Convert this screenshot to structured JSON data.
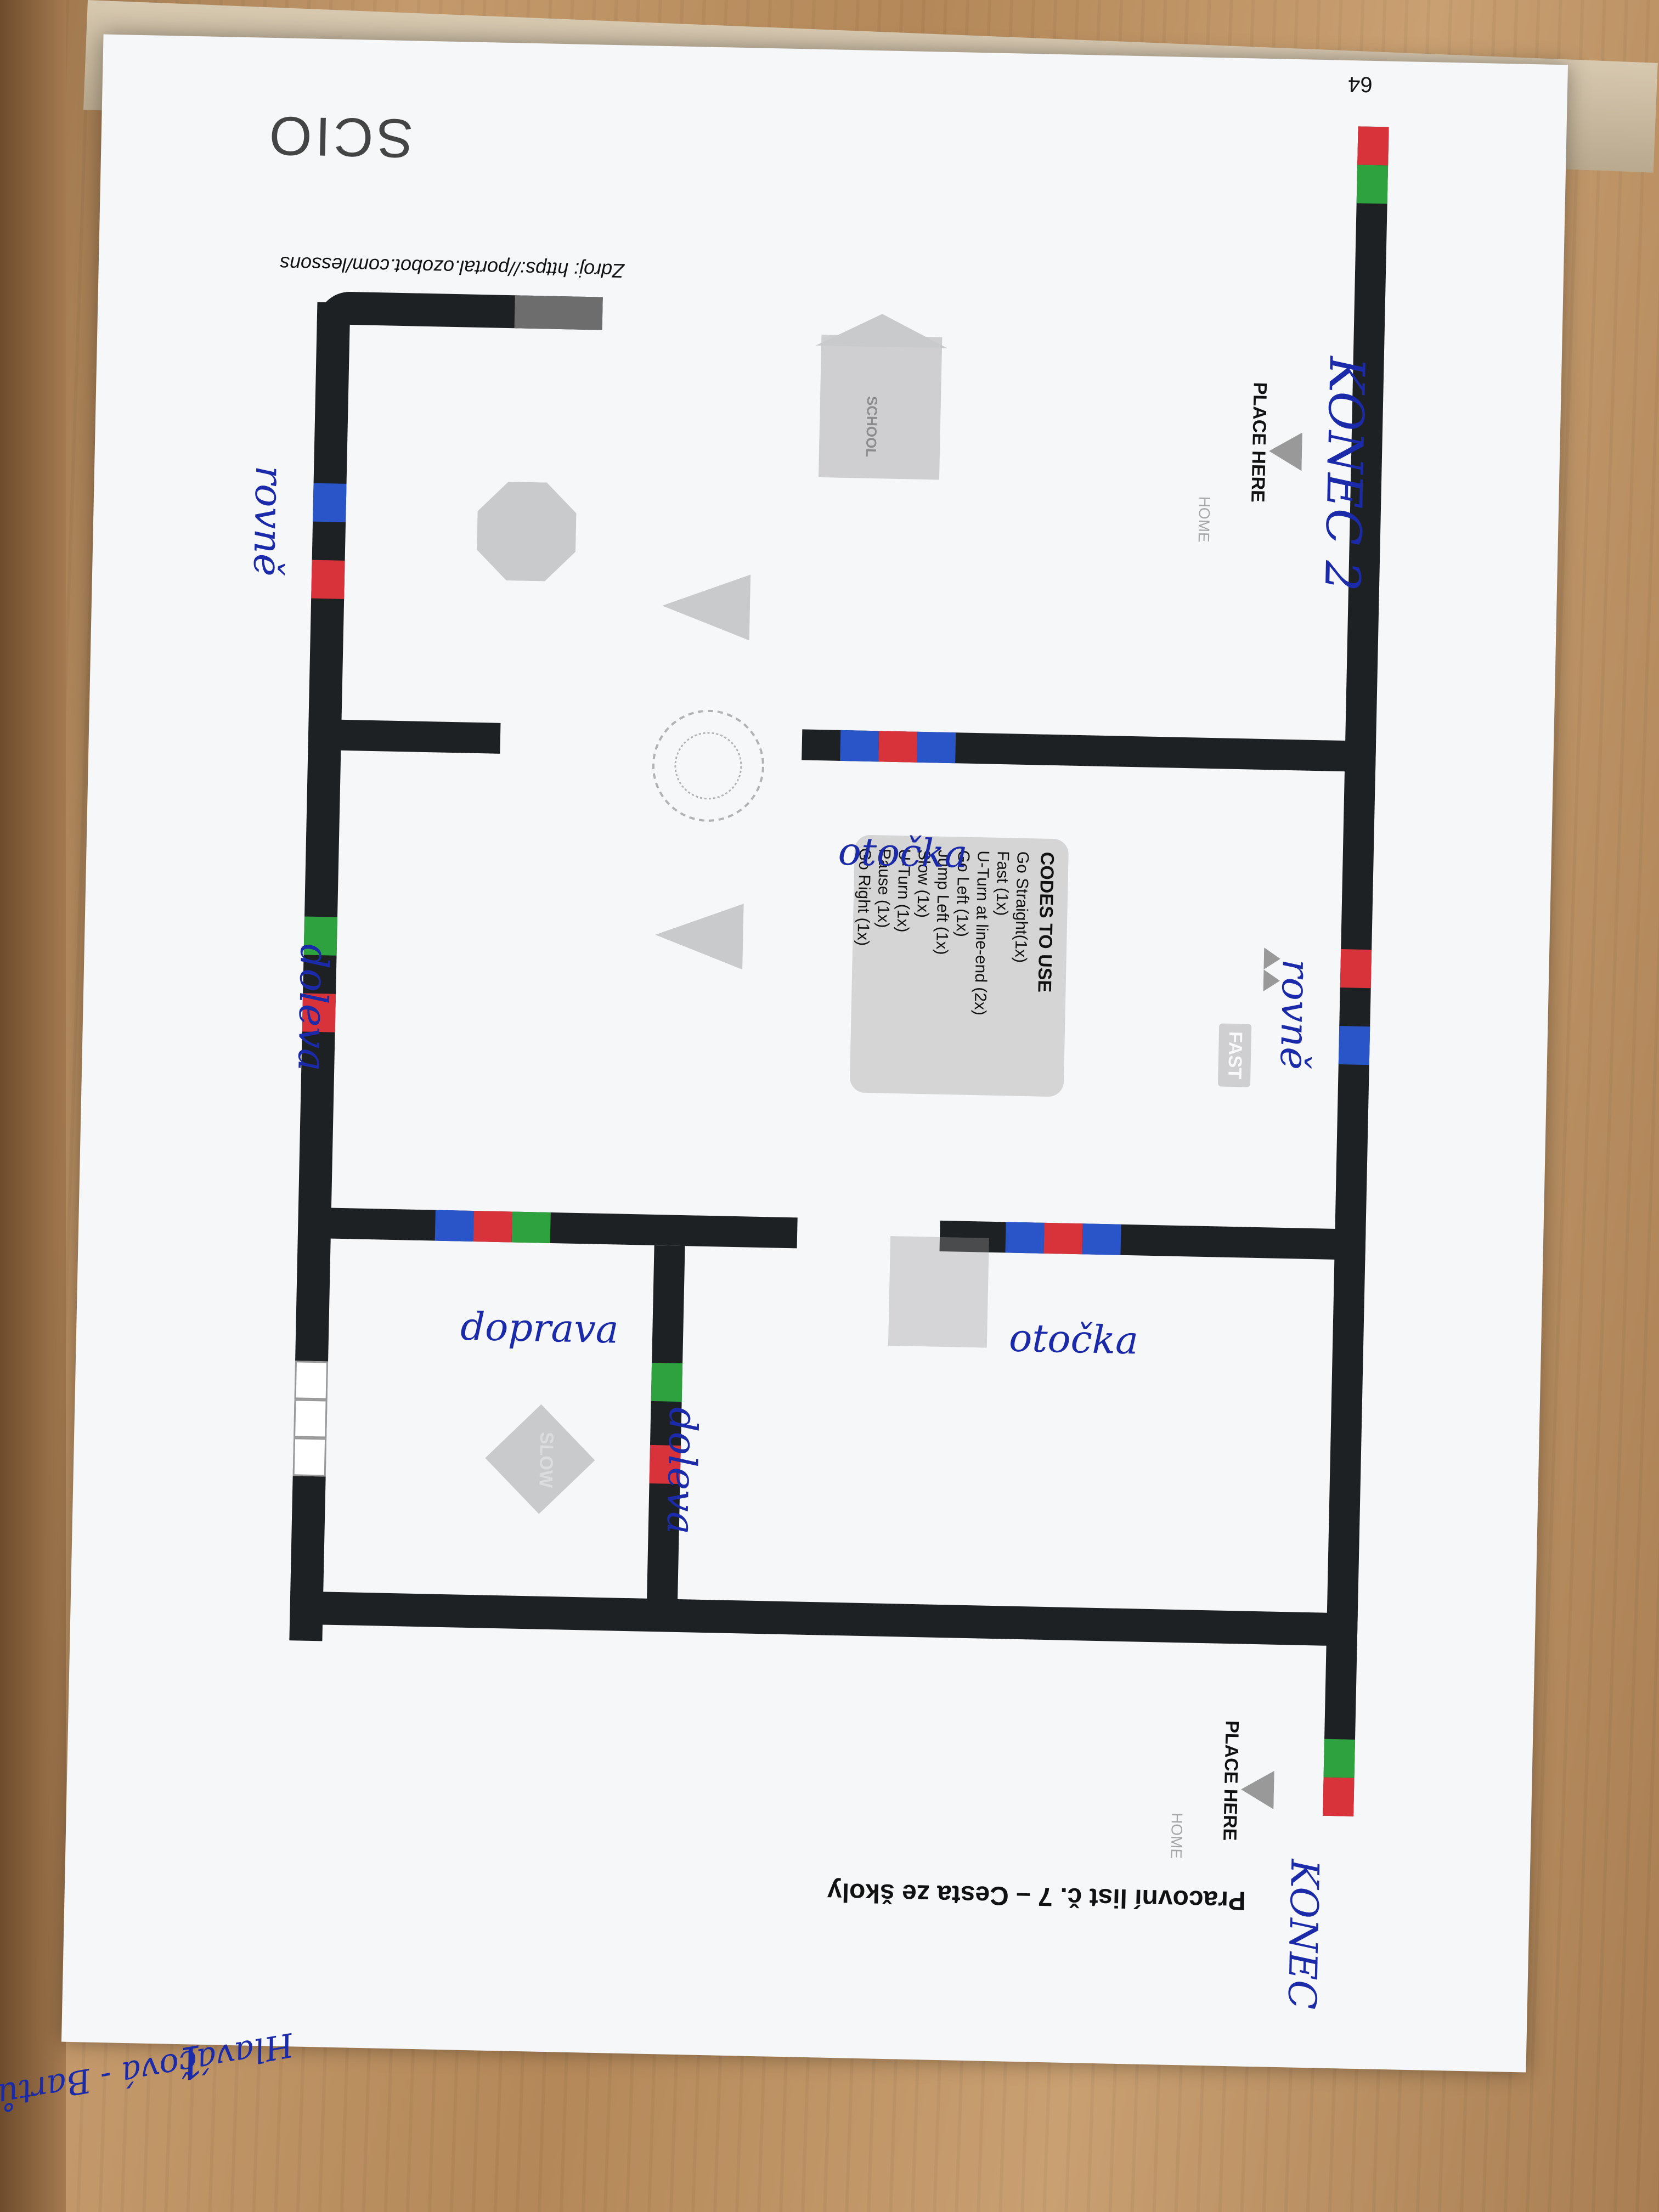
{
  "worksheet": {
    "title": "Pracovní list č. 7 – Cesta ze školy",
    "page_number": "64",
    "source": "Zdroj: https://portal.ozobot.com/lessons",
    "logo": "SCIO",
    "codes_box": {
      "title": "CODES TO USE",
      "items": [
        "Go Straight(1x)",
        "Fast (1x)",
        "U-Turn at line-end (2x)",
        "Go Left (1x)",
        "Jump Left (1x)",
        "Slow (1x)",
        "U-Turn (1x)",
        "Pause (1x)",
        "Go Right (1x)"
      ]
    },
    "place_here_1": "PLACE HERE",
    "place_here_2": "PLACE HERE",
    "home_1": "HOME",
    "home_2": "HOME",
    "school_label": "SCHOOL",
    "fast_sign": "FAST",
    "slow_sign": "SLOW"
  },
  "handwriting": {
    "konec_2": "KONEC 2",
    "konec": "KONEC",
    "rovne_1": "rovně",
    "rovne_2": "rovně",
    "otocka_1": "otočka",
    "otocka_2": "otočka",
    "doleva_1": "doleva",
    "doleva_2": "doleva",
    "doprava": "doprava",
    "author": "Hlaváčová - Bartůněk",
    "mark": "1"
  },
  "colors": {
    "road": "#1e2124",
    "blue": "#2a55c9",
    "red": "#d8333b",
    "green": "#2ea23e",
    "ink": "#1b2aa8"
  }
}
